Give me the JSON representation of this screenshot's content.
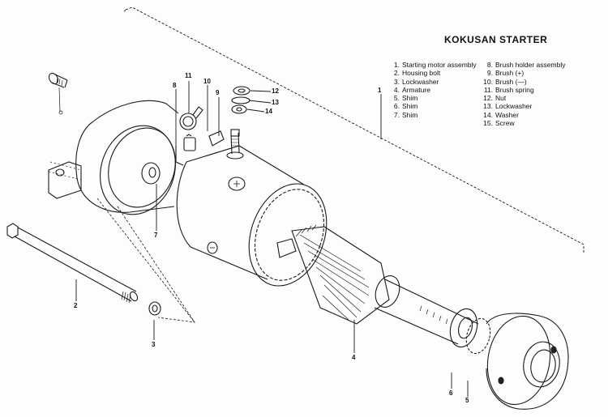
{
  "diagram": {
    "title": "KOKUSAN STARTER",
    "type": "exploded parts diagram",
    "legend_left": [
      {
        "num": "1.",
        "name": "Starting motor assembly"
      },
      {
        "num": "2.",
        "name": "Housing bolt"
      },
      {
        "num": "3.",
        "name": "Lockwasher"
      },
      {
        "num": "4.",
        "name": "Armature"
      },
      {
        "num": "5.",
        "name": "Shim"
      },
      {
        "num": "6.",
        "name": "Shim"
      },
      {
        "num": "7.",
        "name": "Shim"
      }
    ],
    "legend_right": [
      {
        "num": "8.",
        "name": "Brush holder assembly"
      },
      {
        "num": "9.",
        "name": "Brush (+)"
      },
      {
        "num": "10.",
        "name": "Brush (—)"
      },
      {
        "num": "11.",
        "name": "Brush spring"
      },
      {
        "num": "12.",
        "name": "Nut"
      },
      {
        "num": "13.",
        "name": "Lockwasher"
      },
      {
        "num": "14.",
        "name": "Washer"
      },
      {
        "num": "15.",
        "name": "Screw"
      }
    ],
    "part_labels": {
      "l1": "1",
      "l2": "2",
      "l3": "3",
      "l4": "4",
      "l5": "5",
      "l6": "6",
      "l7": "7",
      "l8": "8",
      "l9": "9",
      "l10": "10",
      "l11": "11",
      "l12": "12",
      "l13": "13",
      "l14": "14"
    }
  }
}
